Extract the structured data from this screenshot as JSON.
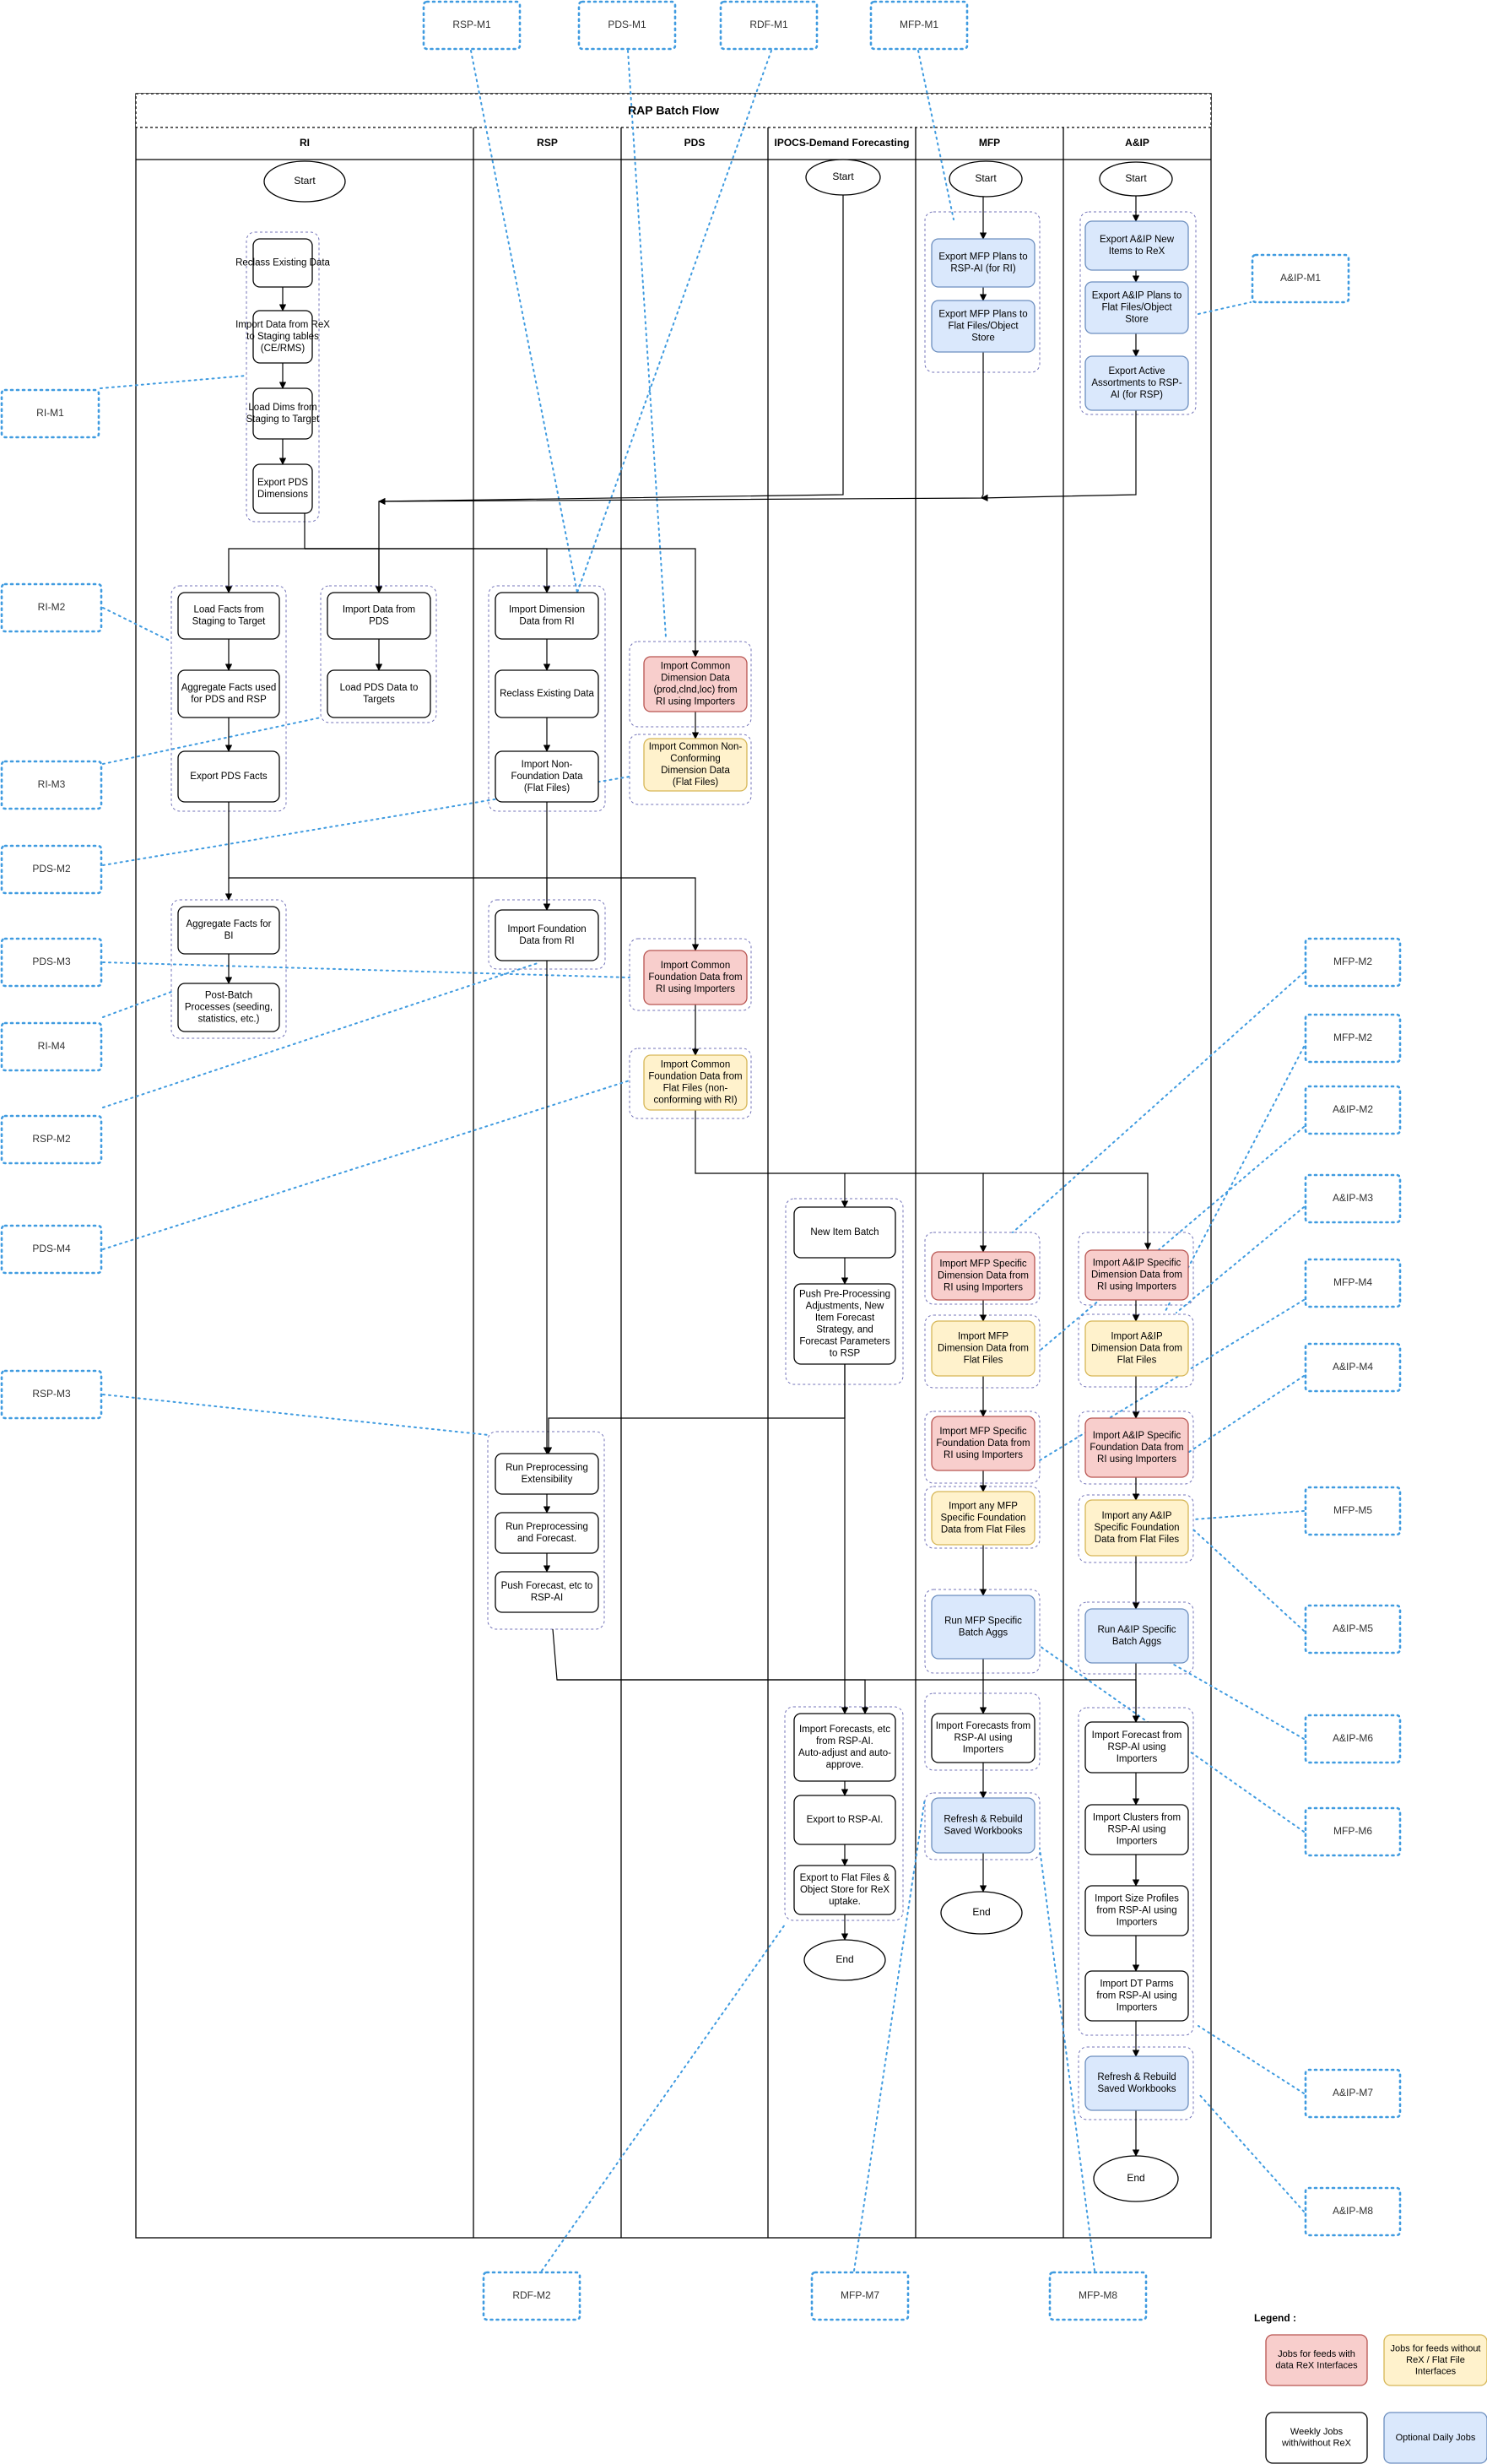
{
  "title": "RAP Batch Flow",
  "lanes": [
    {
      "id": "ri",
      "label": "RI"
    },
    {
      "id": "rsp",
      "label": "RSP"
    },
    {
      "id": "pds",
      "label": "PDS"
    },
    {
      "id": "ipocs",
      "label": "IPOCS-Demand Forecasting"
    },
    {
      "id": "mfp",
      "label": "MFP"
    },
    {
      "id": "aip",
      "label": "A&IP"
    }
  ],
  "colors": {
    "rex": "#f8cecc",
    "rex_border": "#b85450",
    "flat": "#fff2cc",
    "flat_border": "#d6b656",
    "weekly": "#ffffff",
    "weekly_border": "#000000",
    "daily": "#dae8fc",
    "daily_border": "#6c8ebf",
    "callout": "#3f9be0",
    "group": "#7373b8"
  },
  "terminals": [
    {
      "id": "t_ri_start",
      "text": "Start"
    },
    {
      "id": "t_df_start",
      "text": "Start"
    },
    {
      "id": "t_mfp_start",
      "text": "Start"
    },
    {
      "id": "t_aip_start",
      "text": "Start"
    },
    {
      "id": "t_df_end",
      "text": "End"
    },
    {
      "id": "t_mfp_end",
      "text": "End"
    },
    {
      "id": "t_aip_end",
      "text": "End"
    }
  ],
  "nodes": [
    {
      "id": "ri1",
      "kind": "weekly",
      "lines": [
        "Reclass Existing Data"
      ]
    },
    {
      "id": "ri2",
      "kind": "weekly",
      "lines": [
        "Import Data from ReX",
        "to Staging tables",
        "(CE/RMS)"
      ]
    },
    {
      "id": "ri3",
      "kind": "weekly",
      "lines": [
        "Load Dims from",
        "Staging to Target"
      ]
    },
    {
      "id": "ri4",
      "kind": "weekly",
      "lines": [
        "Export PDS",
        "Dimensions"
      ]
    },
    {
      "id": "ri5",
      "kind": "weekly",
      "lines": [
        "Load Facts from",
        "Staging to Target"
      ]
    },
    {
      "id": "ri6",
      "kind": "weekly",
      "lines": [
        "Aggregate Facts used",
        "for PDS and RSP"
      ]
    },
    {
      "id": "ri7",
      "kind": "weekly",
      "lines": [
        "Export PDS Facts"
      ]
    },
    {
      "id": "ri8",
      "kind": "weekly",
      "lines": [
        "Import Data from",
        "PDS"
      ]
    },
    {
      "id": "ri9",
      "kind": "weekly",
      "lines": [
        "Load PDS Data to",
        "Targets"
      ]
    },
    {
      "id": "ri10",
      "kind": "weekly",
      "lines": [
        "Aggregate Facts for",
        "BI"
      ]
    },
    {
      "id": "ri11",
      "kind": "weekly",
      "lines": [
        "Post-Batch",
        "Processes (seeding,",
        "statistics, etc.)"
      ]
    },
    {
      "id": "rsp1",
      "kind": "weekly",
      "lines": [
        "Import Dimension",
        "Data from RI"
      ]
    },
    {
      "id": "rsp2",
      "kind": "weekly",
      "lines": [
        "Reclass Existing Data"
      ]
    },
    {
      "id": "rsp3",
      "kind": "weekly",
      "lines": [
        "Import Non-",
        "Foundation Data",
        "(Flat Files)"
      ]
    },
    {
      "id": "rsp4",
      "kind": "weekly",
      "lines": [
        "Import Foundation",
        "Data from RI"
      ]
    },
    {
      "id": "rsp5",
      "kind": "weekly",
      "lines": [
        "Run Preprocessing",
        "Extensibility"
      ]
    },
    {
      "id": "rsp6",
      "kind": "weekly",
      "lines": [
        "Run Preprocessing",
        "and Forecast."
      ]
    },
    {
      "id": "rsp7",
      "kind": "weekly",
      "lines": [
        "Push Forecast, etc to",
        "RSP-AI"
      ]
    },
    {
      "id": "pds1",
      "kind": "rex",
      "lines": [
        "Import Common",
        "Dimension Data",
        "(prod,clnd,loc) from",
        "RI using Importers"
      ]
    },
    {
      "id": "pds2",
      "kind": "flat",
      "lines": [
        "Import Common Non-",
        "Conforming",
        "Dimension Data",
        "(Flat Files)"
      ]
    },
    {
      "id": "pds3",
      "kind": "rex",
      "lines": [
        "Import Common",
        "Foundation Data from",
        "RI using Importers"
      ]
    },
    {
      "id": "pds4",
      "kind": "flat",
      "lines": [
        "Import Common",
        "Foundation Data from",
        "Flat Files (non-",
        "conforming with RI)"
      ]
    },
    {
      "id": "df1",
      "kind": "weekly",
      "lines": [
        "New Item Batch"
      ]
    },
    {
      "id": "df2",
      "kind": "weekly",
      "lines": [
        "Push Pre-Processing",
        "Adjustments, New",
        "Item Forecast",
        "Strategy, and",
        "Forecast Parameters",
        "to RSP"
      ]
    },
    {
      "id": "df3",
      "kind": "weekly",
      "lines": [
        "Import Forecasts, etc",
        "from RSP-AI.",
        "Auto-adjust and auto-",
        "approve."
      ]
    },
    {
      "id": "df4",
      "kind": "weekly",
      "lines": [
        "Export to RSP-AI."
      ]
    },
    {
      "id": "df5",
      "kind": "weekly",
      "lines": [
        "Export to  Flat Files &",
        "Object Store for ReX",
        "uptake."
      ]
    },
    {
      "id": "mfp1",
      "kind": "daily",
      "lines": [
        "Export MFP Plans to",
        "RSP-AI (for RI)"
      ]
    },
    {
      "id": "mfp2",
      "kind": "daily",
      "lines": [
        "Export MFP Plans to",
        "Flat Files/Object",
        "Store"
      ]
    },
    {
      "id": "mfp3",
      "kind": "rex",
      "lines": [
        "Import MFP Specific",
        "Dimension Data from",
        "RI using Importers"
      ]
    },
    {
      "id": "mfp4",
      "kind": "flat",
      "lines": [
        "Import MFP",
        "Dimension Data from",
        "Flat Files"
      ]
    },
    {
      "id": "mfp5",
      "kind": "rex",
      "lines": [
        "Import MFP Specific",
        "Foundation Data from",
        "RI using Importers"
      ]
    },
    {
      "id": "mfp6",
      "kind": "flat",
      "lines": [
        "Import any MFP",
        "Specific Foundation",
        "Data from Flat Files"
      ]
    },
    {
      "id": "mfp7",
      "kind": "daily",
      "lines": [
        "Run MFP Specific",
        "Batch Aggs"
      ]
    },
    {
      "id": "mfp8",
      "kind": "weekly",
      "lines": [
        "Import Forecasts from",
        "RSP-AI using",
        "Importers"
      ]
    },
    {
      "id": "mfp9",
      "kind": "daily",
      "lines": [
        "Refresh & Rebuild",
        "Saved Workbooks"
      ]
    },
    {
      "id": "aip1",
      "kind": "daily",
      "lines": [
        "Export A&IP New",
        "Items to ReX"
      ]
    },
    {
      "id": "aip2",
      "kind": "daily",
      "lines": [
        "Export A&IP Plans to",
        "Flat Files/Object",
        "Store"
      ]
    },
    {
      "id": "aip3",
      "kind": "daily",
      "lines": [
        "Export Active",
        "Assortments to RSP-",
        "AI (for RSP)"
      ]
    },
    {
      "id": "aip4",
      "kind": "rex",
      "lines": [
        "Import A&IP Specific",
        "Dimension Data from",
        "RI using Importers"
      ]
    },
    {
      "id": "aip5",
      "kind": "flat",
      "lines": [
        "Import A&IP",
        "Dimension Data from",
        "Flat Files"
      ]
    },
    {
      "id": "aip6",
      "kind": "rex",
      "lines": [
        "Import A&IP Specific",
        "Foundation Data from",
        "RI using Importers"
      ]
    },
    {
      "id": "aip7",
      "kind": "flat",
      "lines": [
        "Import any A&IP",
        "Specific Foundation",
        "Data from Flat Files"
      ]
    },
    {
      "id": "aip8",
      "kind": "daily",
      "lines": [
        "Run A&IP Specific",
        "Batch Aggs"
      ]
    },
    {
      "id": "aip9",
      "kind": "weekly",
      "lines": [
        "Import Forecast from",
        "RSP-AI using",
        "Importers"
      ]
    },
    {
      "id": "aip10",
      "kind": "weekly",
      "lines": [
        "Import Clusters from",
        "RSP-AI using",
        "Importers"
      ]
    },
    {
      "id": "aip11",
      "kind": "weekly",
      "lines": [
        "Import Size Profiles",
        "from RSP-AI using",
        "Importers"
      ]
    },
    {
      "id": "aip12",
      "kind": "weekly",
      "lines": [
        "Import DT Parms",
        "from RSP-AI using",
        "Importers"
      ]
    },
    {
      "id": "aip13",
      "kind": "daily",
      "lines": [
        "Refresh & Rebuild",
        "Saved Workbooks"
      ]
    }
  ],
  "callouts": [
    {
      "id": "c1",
      "text": "RSP-M1"
    },
    {
      "id": "c2",
      "text": "PDS-M1"
    },
    {
      "id": "c3",
      "text": "RDF-M1"
    },
    {
      "id": "c4",
      "text": "MFP-M1"
    },
    {
      "id": "c5",
      "text": "A&IP-M1"
    },
    {
      "id": "c6",
      "text": "RI-M1"
    },
    {
      "id": "c7",
      "text": "RI-M2"
    },
    {
      "id": "c8",
      "text": "RI-M3"
    },
    {
      "id": "c9",
      "text": "PDS-M2"
    },
    {
      "id": "c10",
      "text": "PDS-M3"
    },
    {
      "id": "c11",
      "text": "RI-M4"
    },
    {
      "id": "c12",
      "text": "RSP-M2"
    },
    {
      "id": "c13",
      "text": "PDS-M4"
    },
    {
      "id": "c14",
      "text": "RSP-M3"
    },
    {
      "id": "c15",
      "text": "MFP-M2"
    },
    {
      "id": "c16",
      "text": "MFP-M2"
    },
    {
      "id": "c17",
      "text": "A&IP-M2"
    },
    {
      "id": "c18",
      "text": "A&IP-M3"
    },
    {
      "id": "c19",
      "text": "MFP-M4"
    },
    {
      "id": "c20",
      "text": "A&IP-M4"
    },
    {
      "id": "c21",
      "text": "MFP-M5"
    },
    {
      "id": "c22",
      "text": "A&IP-M5"
    },
    {
      "id": "c23",
      "text": "A&IP-M6"
    },
    {
      "id": "c24",
      "text": "MFP-M6"
    },
    {
      "id": "c25",
      "text": "A&IP-M7"
    },
    {
      "id": "c26",
      "text": "A&IP-M8"
    },
    {
      "id": "c27",
      "text": "RDF-M2"
    },
    {
      "id": "c28",
      "text": "MFP-M7"
    },
    {
      "id": "c29",
      "text": "MFP-M8"
    }
  ],
  "legend": {
    "title": "Legend :",
    "items": [
      {
        "kind": "rex",
        "lines": [
          "Jobs for feeds with",
          "data ReX Interfaces"
        ]
      },
      {
        "kind": "flat",
        "lines": [
          "Jobs for feeds without",
          "ReX / Flat File",
          "Interfaces"
        ]
      },
      {
        "kind": "weekly",
        "lines": [
          "Weekly Jobs",
          "with/without ReX"
        ]
      },
      {
        "kind": "daily",
        "lines": [
          "Optional Daily Jobs"
        ]
      }
    ]
  }
}
